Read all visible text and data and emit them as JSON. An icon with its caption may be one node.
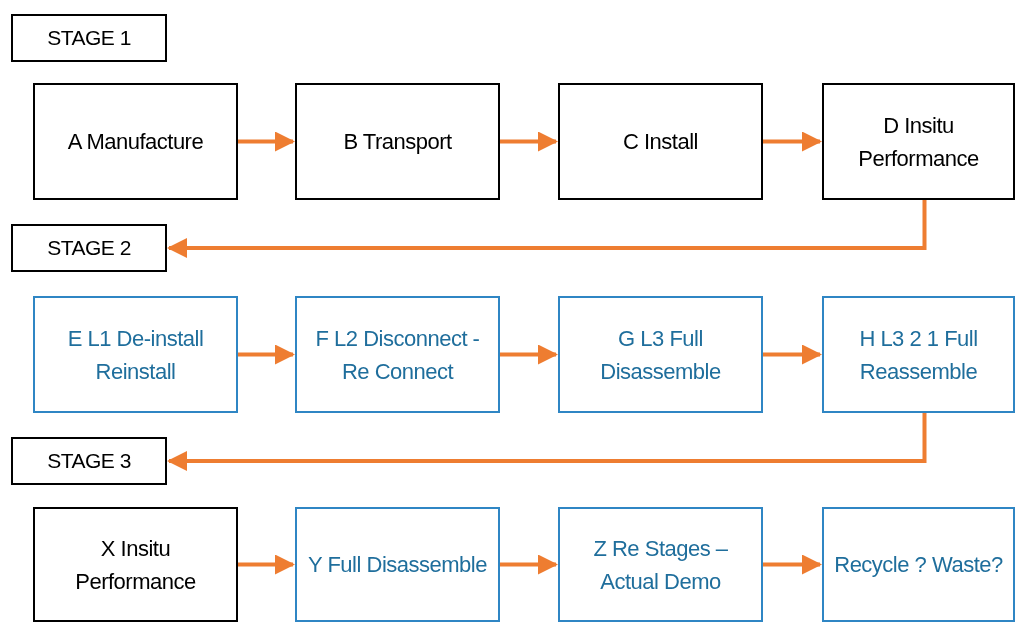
{
  "diagram": {
    "nodes": [
      {
        "text": [
          "STAGE 1"
        ]
      },
      {
        "text": [
          "A Manufacture"
        ]
      },
      {
        "text": [
          "B Transport"
        ]
      },
      {
        "text": [
          "C Install"
        ]
      },
      {
        "text": [
          "D Insitu Performance"
        ]
      },
      {
        "text": [
          "STAGE 2"
        ]
      },
      {
        "text": [
          "E L1 De-install Reinstall"
        ]
      },
      {
        "text": [
          "F L2 Disconnect - Re Connect"
        ]
      },
      {
        "text": [
          "G L3 Full Disassemble"
        ]
      },
      {
        "text": [
          "H L3 2 1 Full Reassemble"
        ]
      },
      {
        "text": [
          "STAGE 3"
        ]
      },
      {
        "text": [
          "X Insitu Performance"
        ]
      },
      {
        "text": [
          "Y Full Disassemble"
        ]
      },
      {
        "text": [
          "Z Re Stages – Actual Demo"
        ]
      },
      {
        "text": [
          "Recycle ? Waste?"
        ]
      }
    ],
    "edges": [
      {
        "from": 1,
        "to": 2,
        "arrow": "to"
      },
      {
        "from": 2,
        "to": 3,
        "arrow": "to"
      },
      {
        "from": 3,
        "to": 4,
        "arrow": "to"
      },
      {
        "from": 4,
        "to": 5,
        "arrow": "to"
      },
      {
        "from": 6,
        "to": 7,
        "arrow": "to"
      },
      {
        "from": 7,
        "to": 8,
        "arrow": "to"
      },
      {
        "from": 8,
        "to": 9,
        "arrow": "to"
      },
      {
        "from": 9,
        "to": 10,
        "arrow": "to"
      },
      {
        "from": 11,
        "to": 12,
        "arrow": "to"
      },
      {
        "from": 12,
        "to": 13,
        "arrow": "to"
      },
      {
        "from": 13,
        "to": 14,
        "arrow": "to"
      }
    ]
  }
}
